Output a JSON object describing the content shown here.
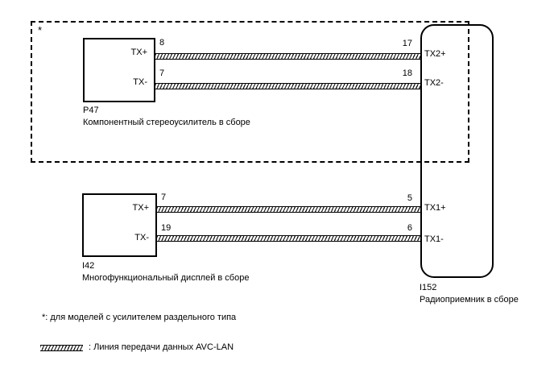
{
  "colors": {
    "stroke": "#000000",
    "background": "#ffffff"
  },
  "optional_region": {
    "marker": "*"
  },
  "amplifier": {
    "code": "P47",
    "name": "Компонентный стереоусилитель в сборе",
    "tx_plus": {
      "pin": "8",
      "label": "TX+"
    },
    "tx_minus": {
      "pin": "7",
      "label": "TX-"
    }
  },
  "display": {
    "code": "I42",
    "name": "Многофункциональный дисплей в сборе",
    "tx_plus": {
      "pin": "7",
      "label": "TX+"
    },
    "tx_minus": {
      "pin": "19",
      "label": "TX-"
    }
  },
  "radio": {
    "code": "I152",
    "name": "Радиоприемник в сборе",
    "tx2_plus": {
      "pin": "17",
      "label": "TX2+"
    },
    "tx2_minus": {
      "pin": "18",
      "label": "TX2-"
    },
    "tx1_plus": {
      "pin": "5",
      "label": "TX1+"
    },
    "tx1_minus": {
      "pin": "6",
      "label": "TX1-"
    }
  },
  "wires": {
    "type": "AVC-LAN",
    "style": "hatched"
  },
  "footnote": "*: для моделей с усилителем раздельного типа",
  "legend": {
    "text": ": Линия передачи данных AVC-LAN"
  }
}
